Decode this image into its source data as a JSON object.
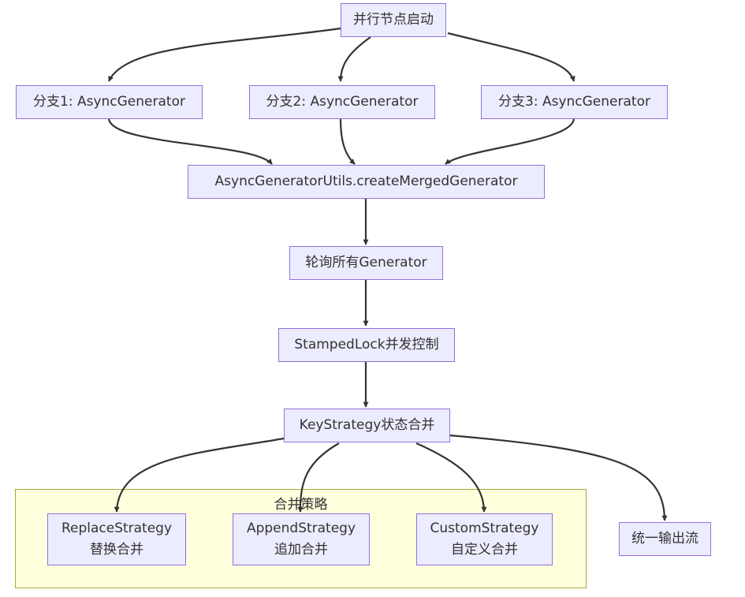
{
  "nodes": {
    "start": "并行节点启动",
    "branch1": "分支1: AsyncGenerator",
    "branch2": "分支2: AsyncGenerator",
    "branch3": "分支3: AsyncGenerator",
    "merge": "AsyncGeneratorUtils.createMergedGenerator",
    "poll": "轮询所有Generator",
    "lock": "StampedLock并发控制",
    "keystrategy": "KeyStrategy状态合并",
    "replace": [
      "ReplaceStrategy",
      "替换合并"
    ],
    "append": [
      "AppendStrategy",
      "追加合并"
    ],
    "custom": [
      "CustomStrategy",
      "自定义合并"
    ],
    "output": "统一输出流"
  },
  "cluster": {
    "label": "合并策略"
  },
  "colors": {
    "node_fill": "#ECECFF",
    "node_border": "#9370DB",
    "cluster_fill": "#ffffde",
    "cluster_border": "#aaaa33",
    "edge": "#333333"
  }
}
